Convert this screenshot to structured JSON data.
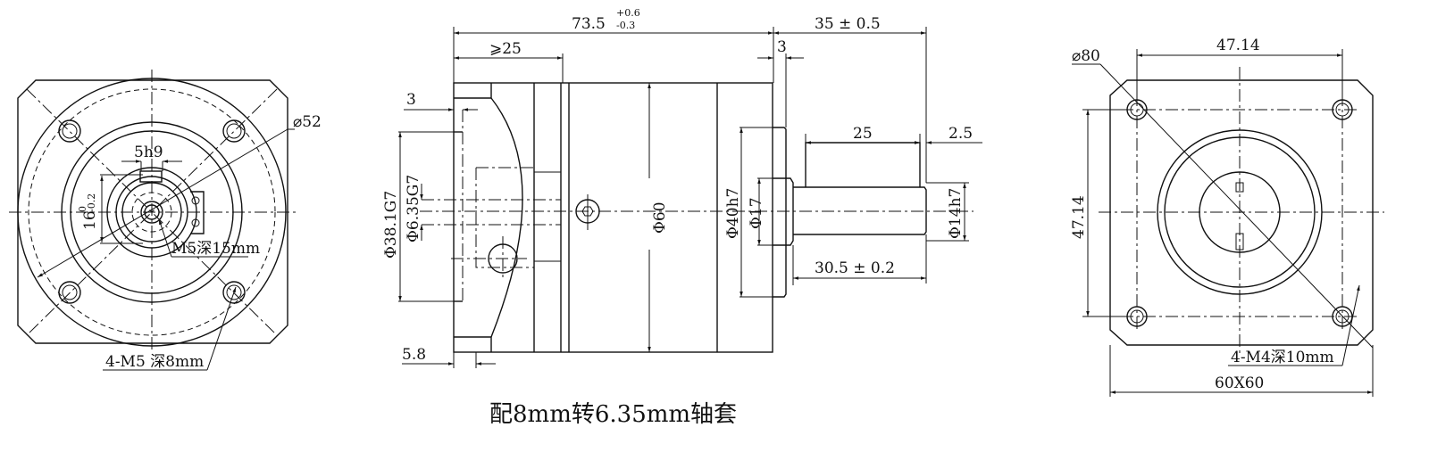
{
  "front_view": {
    "dim_shaft_key": "5h9",
    "dim_shaft_height": "16",
    "dim_shaft_height_tol_upper": "0",
    "dim_shaft_height_tol_lower": "-0.2",
    "dim_pcd": "⌀52",
    "thread_center": "M5深15mm",
    "thread_holes": "4-M5  深8mm"
  },
  "side_view": {
    "dim_total_length": "73.5",
    "dim_total_tol_upper": "+0.6",
    "dim_total_tol_lower": "-0.3",
    "dim_shaft_length": "35 ± 0.5",
    "dim_min_bore": "⩾25",
    "dim_flange": "3",
    "dim_input_step": "3",
    "dim_key_length": "25",
    "dim_key_offset": "2.5",
    "dim_shaft_usable": "30.5 ± 0.2",
    "dim_input_offset": "5.8",
    "dia_pilot": "Φ38.1G7",
    "dia_bore": "Φ6.35G7",
    "dia_body": "Φ60",
    "dia_spigot": "Φ40h7",
    "dia_shoulder": "Φ17",
    "dia_shaft": "Φ14h7"
  },
  "rear_view": {
    "dia_pcd": "⌀80",
    "dim_hole_spacing_h": "47.14",
    "dim_hole_spacing_v": "47.14",
    "thread_holes": "4-M4深10mm",
    "dim_square": "60X60"
  },
  "caption": "配8mm转6.35mm轴套"
}
